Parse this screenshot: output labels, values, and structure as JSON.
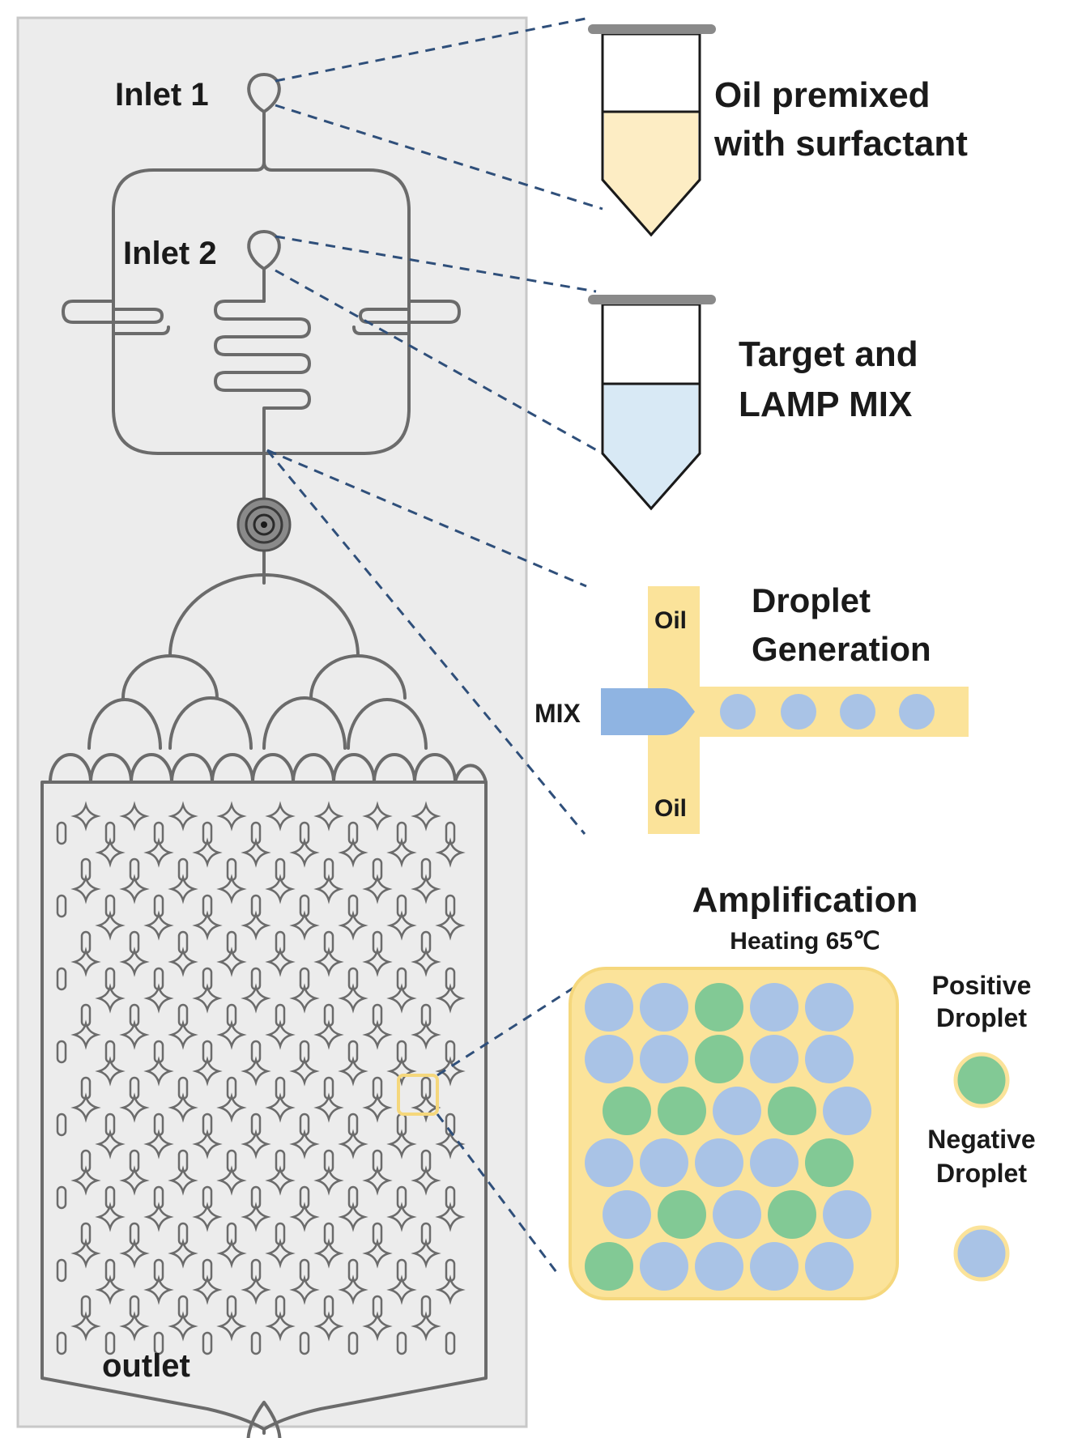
{
  "colors": {
    "panel": "#ececec",
    "panel_border": "#c8c8c8",
    "channel": "#6b6b6b",
    "dash": "#2f4f7a",
    "oil_fill": "#fdedc4",
    "mix_fill": "#d8e9f5",
    "yellow": "#fbe39a",
    "yellow_border": "#f5d77c",
    "blue_drop": "#a9c3e6",
    "green_drop": "#82c995",
    "mix_arrow": "#8fb4e2"
  },
  "chip": {
    "inlet1": "Inlet 1",
    "inlet2": "Inlet 2",
    "outlet": "outlet"
  },
  "tubes": {
    "oil_label_line1": "Oil premixed",
    "oil_label_line2": "with surfactant",
    "mix_label_line1": "Target and",
    "mix_label_line2": "LAMP MIX"
  },
  "droplet_generation": {
    "title_line1": "Droplet",
    "title_line2": "Generation",
    "oil_top": "Oil",
    "oil_bottom": "Oil",
    "mix": "MIX"
  },
  "amplification": {
    "title": "Amplification",
    "subtitle": "Heating 65℃",
    "grid": [
      [
        "b",
        "b",
        "g",
        "b",
        "b"
      ],
      [
        "b",
        "b",
        "g",
        "b",
        "b"
      ],
      [
        "g",
        "g",
        "b",
        "g",
        "b"
      ],
      [
        "b",
        "b",
        "b",
        "b",
        "g"
      ],
      [
        "b",
        "g",
        "b",
        "g",
        "b"
      ],
      [
        "g",
        "b",
        "b",
        "b",
        "b"
      ]
    ],
    "legend_positive_line1": "Positive",
    "legend_positive_line2": "Droplet",
    "legend_negative_line1": "Negative",
    "legend_negative_line2": "Droplet"
  }
}
